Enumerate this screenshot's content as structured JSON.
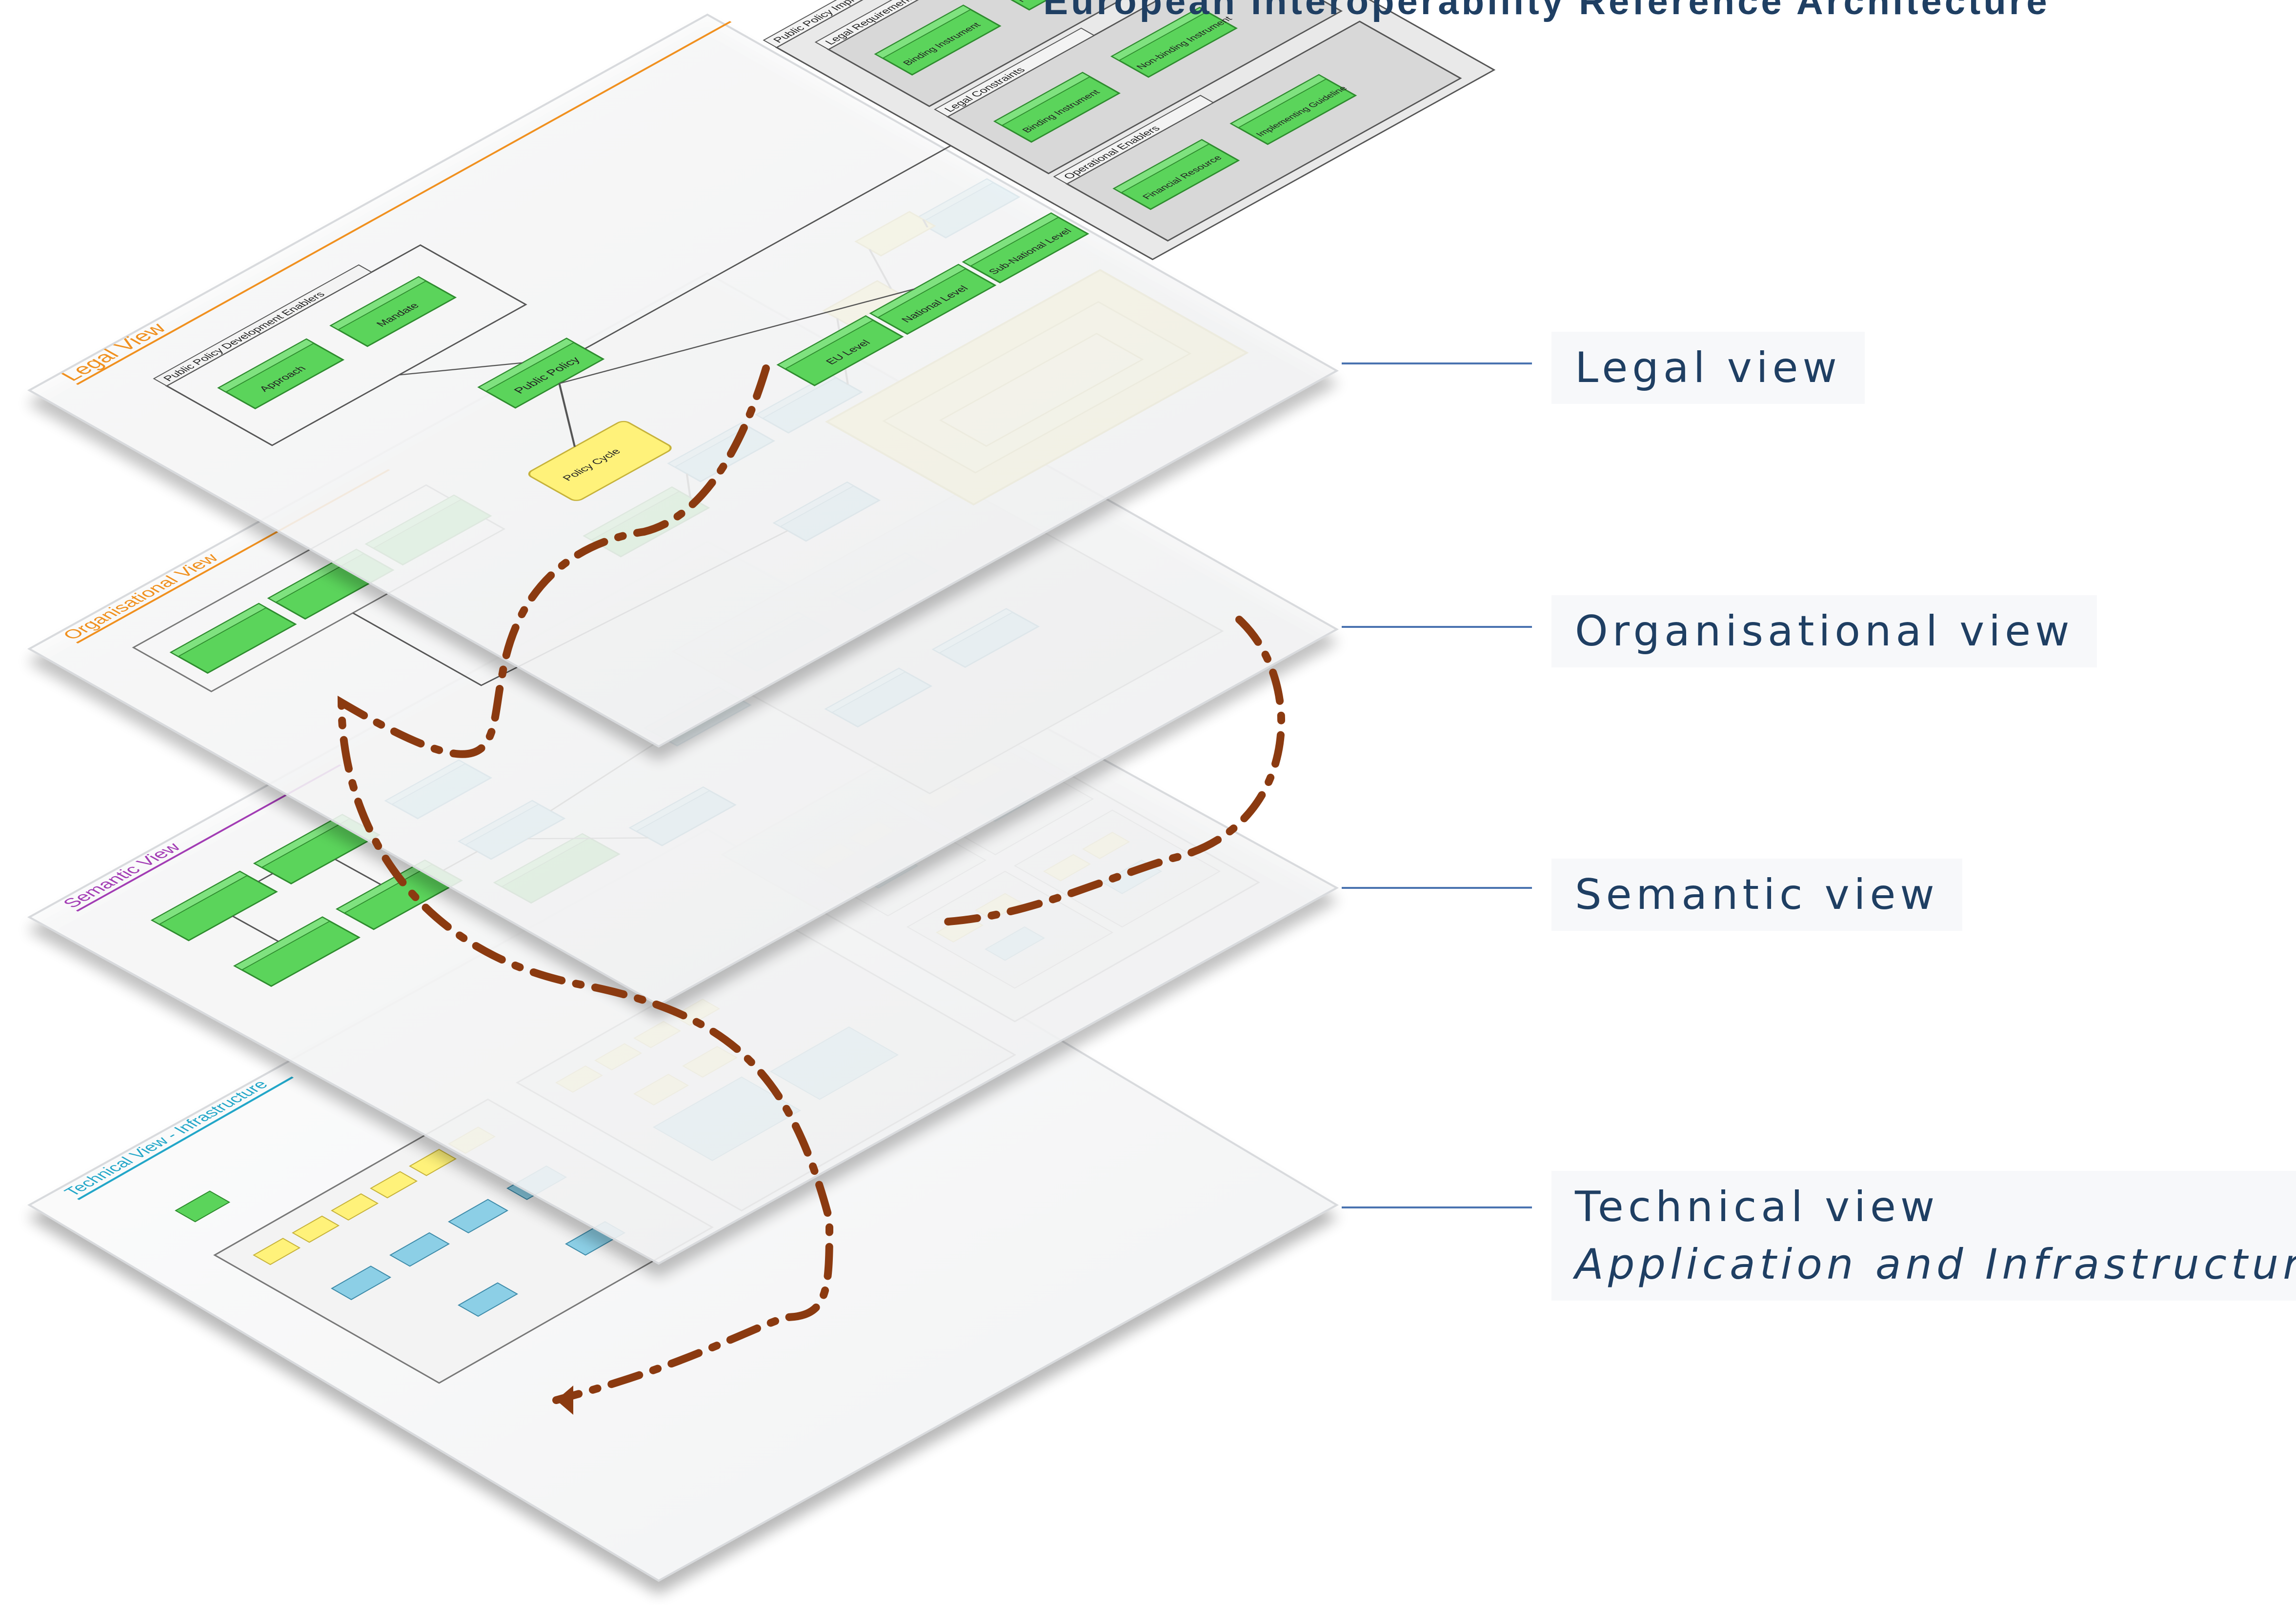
{
  "title": "European Interoperability Reference Architecture",
  "views": [
    {
      "id": "legal",
      "label": "Legal view",
      "title_on_layer": "Legal View",
      "accent": "#f0901e"
    },
    {
      "id": "organisational",
      "label": "Organisational view",
      "title_on_layer": "Organisational View",
      "accent": "#f0901e"
    },
    {
      "id": "semantic",
      "label": "Semantic view",
      "title_on_layer": "Semantic View",
      "accent": "#a23cb4"
    },
    {
      "id": "technical",
      "label": "Technical view",
      "sublabel": "Application and Infrastructure",
      "title_on_layer": "Technical View - Infrastructure",
      "accent": "#22a6c8"
    }
  ],
  "legal_boxes": {
    "policy_development_enablers": "Public Policy Development Enablers",
    "approach": "Approach",
    "mandate": "Mandate",
    "implementation_instruments": "Public Policy Implementation Instruments",
    "legal_requirements": "Legal Requirements",
    "legal_constraints": "Legal Constraints",
    "binding_instrument": "Binding Instrument",
    "non_binding_instrument": "Non-binding Instrument",
    "operational_enablers": "Operational Enablers",
    "financial_resource": "Financial Resource",
    "implementing_guideline": "Implementing Guideline",
    "public_policy": "Public Policy",
    "policy_cycle": "Policy Cycle",
    "eu_level": "EU Level",
    "national_level": "National Level",
    "sub_national_level": "Sub-National Level"
  },
  "colors": {
    "green": "#5bd45b",
    "green_border": "#2e8b2e",
    "yellow": "#fff27a",
    "yellow_border": "#c6b23a",
    "blue": "#8ccfe6",
    "blue_border": "#3d8aa8",
    "connector": "#8b3a10",
    "leader_line": "#4a73b0",
    "title": "#1f3f63"
  }
}
